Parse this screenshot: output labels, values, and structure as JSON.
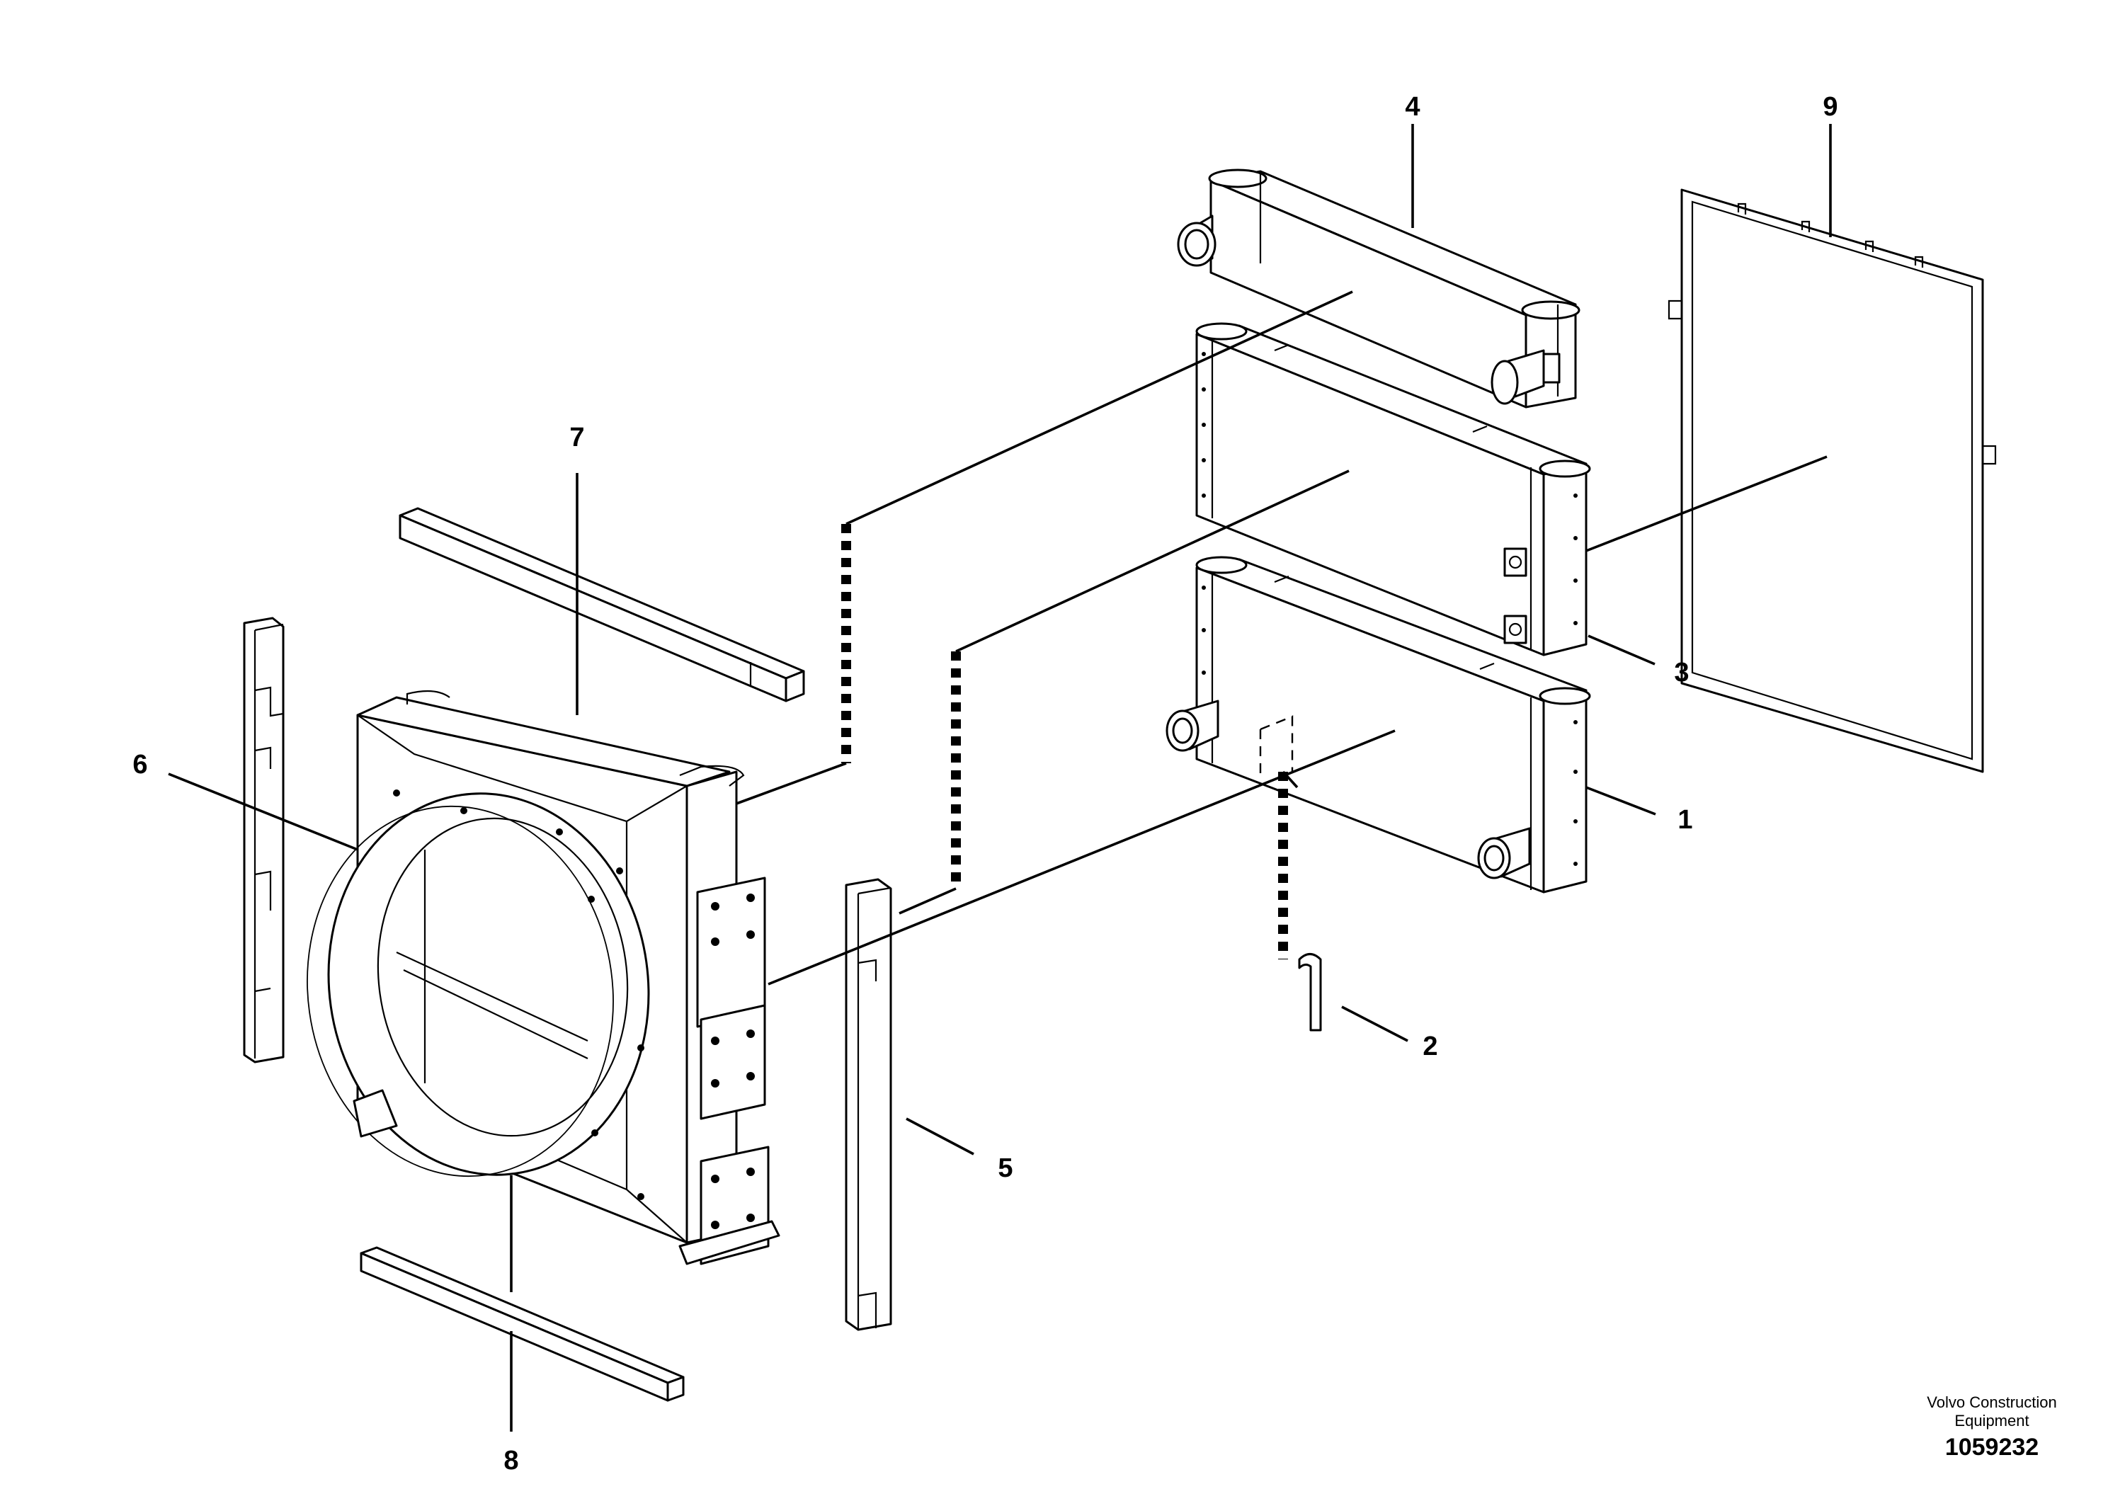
{
  "callouts": [
    {
      "id": "part-1",
      "label": "1"
    },
    {
      "id": "part-2",
      "label": "2"
    },
    {
      "id": "part-3",
      "label": "3"
    },
    {
      "id": "part-4",
      "label": "4"
    },
    {
      "id": "part-5",
      "label": "5"
    },
    {
      "id": "part-6",
      "label": "6"
    },
    {
      "id": "part-7",
      "label": "7"
    },
    {
      "id": "part-8",
      "label": "8"
    },
    {
      "id": "part-9",
      "label": "9"
    }
  ],
  "footer": {
    "credit_line1": "Volvo Construction",
    "credit_line2": "Equipment",
    "document_number": "1059232"
  }
}
